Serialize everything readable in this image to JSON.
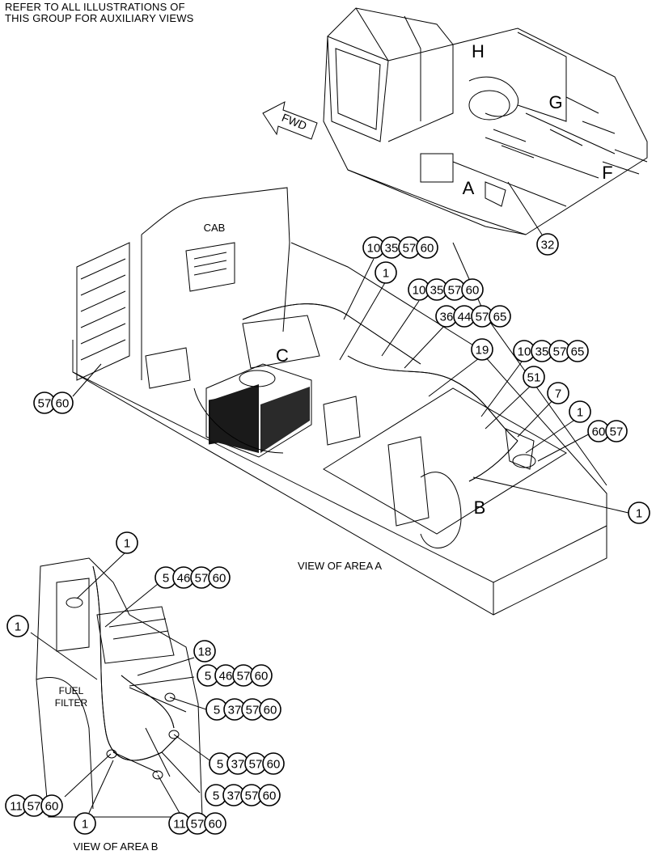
{
  "header_note": {
    "line1": "REFER TO ALL ILLUSTRATIONS OF",
    "line2": "THIS GROUP FOR AUXILIARY VIEWS"
  },
  "overview": {
    "fwd_label": "FWD",
    "area_letters": [
      "H",
      "G",
      "A",
      "F"
    ],
    "callout": "32"
  },
  "area_a": {
    "view_label": "VIEW OF AREA A",
    "cab_label": "CAB",
    "letters": {
      "c": "C",
      "b": "B"
    },
    "callouts": {
      "g1": [
        "10",
        "35",
        "57",
        "60"
      ],
      "g2": [
        "1"
      ],
      "g3": [
        "10",
        "35",
        "57",
        "60"
      ],
      "g4": [
        "36",
        "44",
        "57",
        "65"
      ],
      "g5": [
        "19"
      ],
      "g6": [
        "10",
        "35",
        "57",
        "65"
      ],
      "g7": [
        "51"
      ],
      "g8": [
        "7"
      ],
      "g9": [
        "1"
      ],
      "g10": [
        "60",
        "57"
      ],
      "g11": [
        "1"
      ],
      "g12": [
        "57",
        "60"
      ]
    }
  },
  "area_b": {
    "view_label": "VIEW OF AREA B",
    "fuel_filter_label": [
      "FUEL",
      "FILTER"
    ],
    "callouts": {
      "b1": [
        "1"
      ],
      "b2": [
        "5",
        "46",
        "57",
        "60"
      ],
      "b3": [
        "1"
      ],
      "b4": [
        "18"
      ],
      "b5": [
        "5",
        "46",
        "57",
        "60"
      ],
      "b6": [
        "5",
        "37",
        "57",
        "60"
      ],
      "b7": [
        "5",
        "37",
        "57",
        "60"
      ],
      "b8": [
        "5",
        "37",
        "57",
        "60"
      ],
      "b9": [
        "11",
        "57",
        "60"
      ],
      "b10": [
        "1"
      ],
      "b11": [
        "11",
        "57",
        "60"
      ]
    }
  }
}
